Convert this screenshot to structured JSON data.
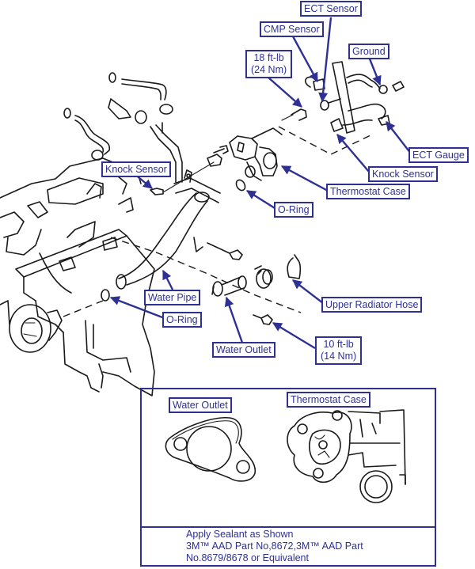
{
  "diagram": {
    "title_hint": "Engine cooling water outlet / thermostat case exploded view",
    "callouts": {
      "ect_sensor": "ECT Sensor",
      "cmp_sensor": "CMP Sensor",
      "ground": "Ground",
      "torque_top_line1": "18 ft-lb",
      "torque_top_line2": "(24 Nm)",
      "ect_gauge": "ECT Gauge",
      "knock_sensor_right": "Knock Sensor",
      "thermostat_case": "Thermostat Case",
      "knock_sensor_left": "Knock Sensor",
      "o_ring_upper": "O-Ring",
      "water_pipe": "Water Pipe",
      "o_ring_lower": "O-Ring",
      "water_outlet": "Water Outlet",
      "upper_radiator_hose": "Upper Radiator Hose",
      "torque_bottom_line1": "10 ft-lb",
      "torque_bottom_line2": "(14 Nm)"
    },
    "inset": {
      "water_outlet_label": "Water Outlet",
      "thermostat_case_label": "Thermostat Case",
      "note_lines": [
        "Apply Sealant as Shown",
        "3M™ AAD Part No,8672,3M™ AAD Part",
        "No.8679/8678 or Equivalent"
      ]
    },
    "colors": {
      "callout": "#2e3192",
      "line_art": "#1a1a1a",
      "background": "#ffffff"
    }
  }
}
